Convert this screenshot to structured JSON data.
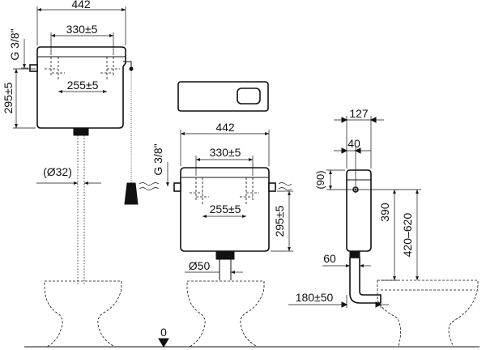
{
  "left": {
    "width": "442",
    "holes": "330±5",
    "inner": "255±5",
    "height": "295±5",
    "thread": "G 3/8\"",
    "pipe": "(Ø32)"
  },
  "middle": {
    "width": "442",
    "holes": "330±5",
    "inner": "255±5",
    "height": "295±5",
    "thread": "G 3/8\"",
    "pipe": "Ø50"
  },
  "right": {
    "depth": "127",
    "offset": "40",
    "top": "(90)",
    "h390": "390",
    "h420": "420–620",
    "d60": "60",
    "d180": "180±50"
  },
  "floor": "0"
}
